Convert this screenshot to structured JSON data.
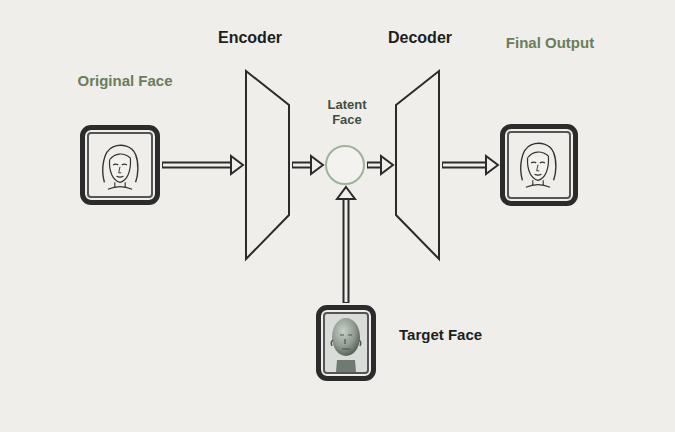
{
  "diagram": {
    "nodes": [
      {
        "text": [
          "Original Face"
        ]
      },
      {
        "text": [
          "Encoder"
        ]
      },
      {
        "text": [
          "Latent Face"
        ]
      },
      {
        "text": [
          "Decoder"
        ]
      },
      {
        "text": [
          "Final Output"
        ]
      },
      {
        "text": [
          "Target Face"
        ]
      }
    ],
    "edges": [
      {
        "from": 0,
        "to": 1,
        "arrow": "to"
      },
      {
        "from": 1,
        "to": 2,
        "arrow": "to"
      },
      {
        "from": 2,
        "to": 3,
        "arrow": "to"
      },
      {
        "from": 3,
        "to": 4,
        "arrow": "to"
      },
      {
        "from": 5,
        "to": 2,
        "arrow": "to"
      }
    ]
  }
}
